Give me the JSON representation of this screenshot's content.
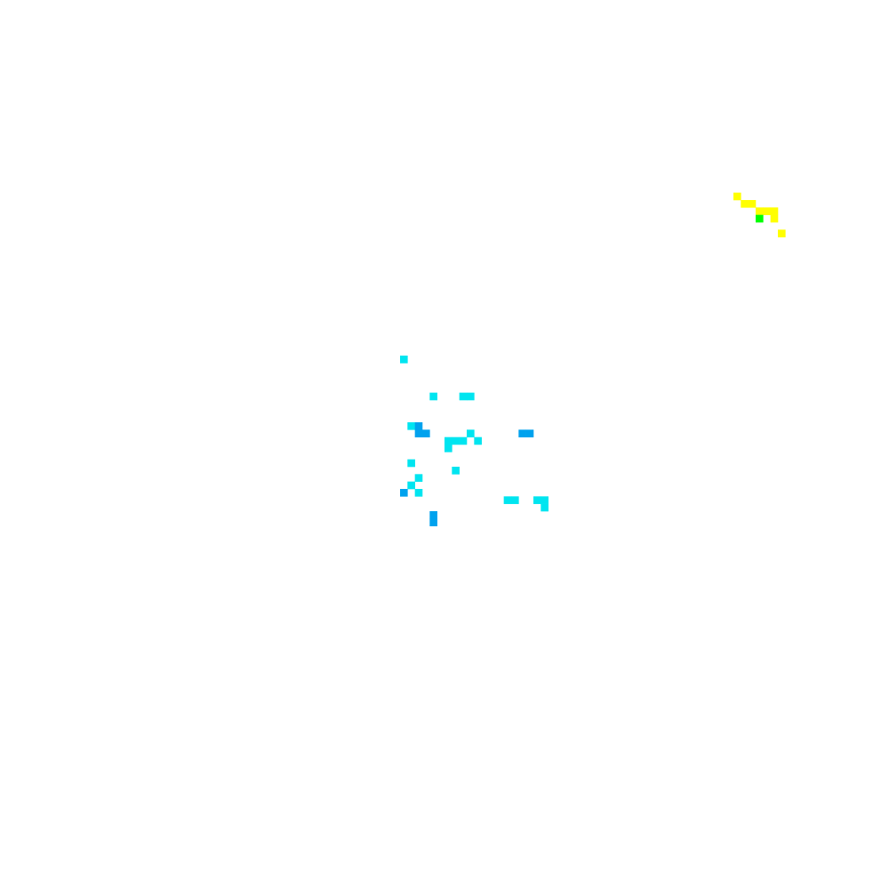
{
  "chart_data": {
    "type": "heatmap",
    "grid": {
      "cols": 120,
      "rows": 120
    },
    "color_scale": {
      "low": "#00e5f0",
      "mid": "#00a2ee",
      "high": "#00ff00",
      "peak": "#ffff00"
    },
    "cells": [
      {
        "col": 99,
        "row": 26,
        "level": "peak"
      },
      {
        "col": 100,
        "row": 27,
        "level": "peak"
      },
      {
        "col": 101,
        "row": 27,
        "level": "peak"
      },
      {
        "col": 102,
        "row": 28,
        "level": "peak"
      },
      {
        "col": 103,
        "row": 28,
        "level": "peak"
      },
      {
        "col": 104,
        "row": 28,
        "level": "peak"
      },
      {
        "col": 102,
        "row": 29,
        "level": "high"
      },
      {
        "col": 104,
        "row": 29,
        "level": "peak"
      },
      {
        "col": 105,
        "row": 31,
        "level": "peak"
      },
      {
        "col": 54,
        "row": 48,
        "level": "low"
      },
      {
        "col": 58,
        "row": 53,
        "level": "low"
      },
      {
        "col": 62,
        "row": 53,
        "level": "low"
      },
      {
        "col": 63,
        "row": 53,
        "level": "low"
      },
      {
        "col": 55,
        "row": 57,
        "level": "low"
      },
      {
        "col": 56,
        "row": 57,
        "level": "mid"
      },
      {
        "col": 56,
        "row": 58,
        "level": "mid"
      },
      {
        "col": 57,
        "row": 58,
        "level": "mid"
      },
      {
        "col": 70,
        "row": 58,
        "level": "mid"
      },
      {
        "col": 71,
        "row": 58,
        "level": "mid"
      },
      {
        "col": 63,
        "row": 58,
        "level": "low"
      },
      {
        "col": 60,
        "row": 59,
        "level": "low"
      },
      {
        "col": 61,
        "row": 59,
        "level": "low"
      },
      {
        "col": 62,
        "row": 59,
        "level": "low"
      },
      {
        "col": 64,
        "row": 59,
        "level": "low"
      },
      {
        "col": 60,
        "row": 60,
        "level": "low"
      },
      {
        "col": 55,
        "row": 62,
        "level": "low"
      },
      {
        "col": 61,
        "row": 63,
        "level": "low"
      },
      {
        "col": 56,
        "row": 64,
        "level": "low"
      },
      {
        "col": 55,
        "row": 65,
        "level": "low"
      },
      {
        "col": 54,
        "row": 66,
        "level": "mid"
      },
      {
        "col": 56,
        "row": 66,
        "level": "low"
      },
      {
        "col": 68,
        "row": 67,
        "level": "low"
      },
      {
        "col": 69,
        "row": 67,
        "level": "low"
      },
      {
        "col": 72,
        "row": 67,
        "level": "low"
      },
      {
        "col": 73,
        "row": 67,
        "level": "low"
      },
      {
        "col": 73,
        "row": 68,
        "level": "low"
      },
      {
        "col": 58,
        "row": 69,
        "level": "mid"
      },
      {
        "col": 58,
        "row": 70,
        "level": "mid"
      }
    ]
  }
}
